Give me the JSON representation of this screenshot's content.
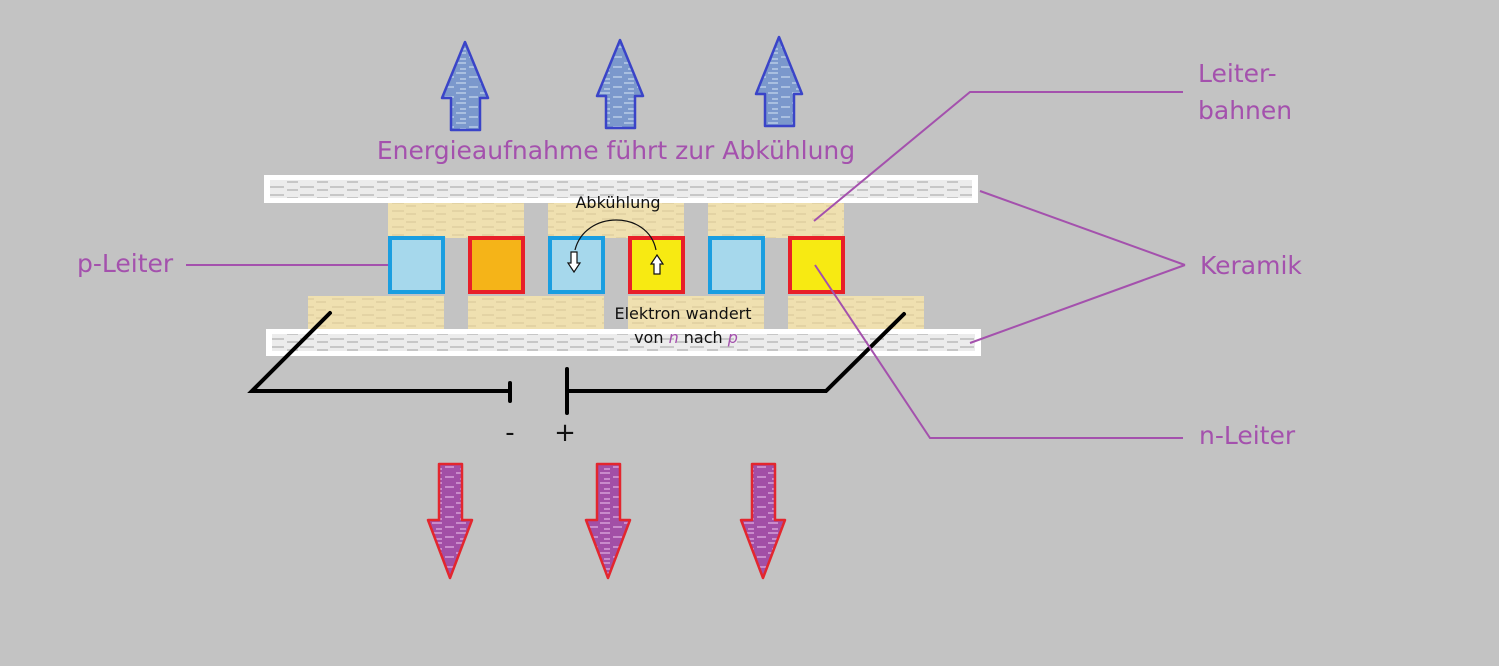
{
  "diagram": {
    "heading": "Energieaufnahme führt zur Abkühlung",
    "labels": {
      "p_conductor": "p-Leiter",
      "n_conductor": "n-Leiter",
      "ceramic": "Keramik",
      "traces_line1": "Leiter-",
      "traces_line2": "bahnen",
      "cooling": "Abkühlung",
      "electron_line1": "Elektron wandert",
      "electron_line2_a": "von ",
      "electron_line2_n": "n",
      "electron_line2_b": " nach ",
      "electron_line2_p": "p",
      "minus": "-",
      "plus": "+"
    },
    "colors": {
      "background": "#c3c3c3",
      "label_purple": "#a451ad",
      "p_conductor_border": "#1a9ee0",
      "p_conductor_fill": "#a6d8ec",
      "n_conductor_border": "#e81f28",
      "n_conductor_fill_orange": "#f5b418",
      "n_conductor_fill_yellow": "#f7ea12",
      "trace_fill": "#efe0b0",
      "ceramic_fill": "#f0f0f0",
      "arrow_up_fill": "#6f8fc7",
      "arrow_up_stroke": "#3a44c8",
      "arrow_down_fill": "#a64ca5",
      "arrow_down_stroke": "#e3262e",
      "wire": "#000000"
    }
  }
}
